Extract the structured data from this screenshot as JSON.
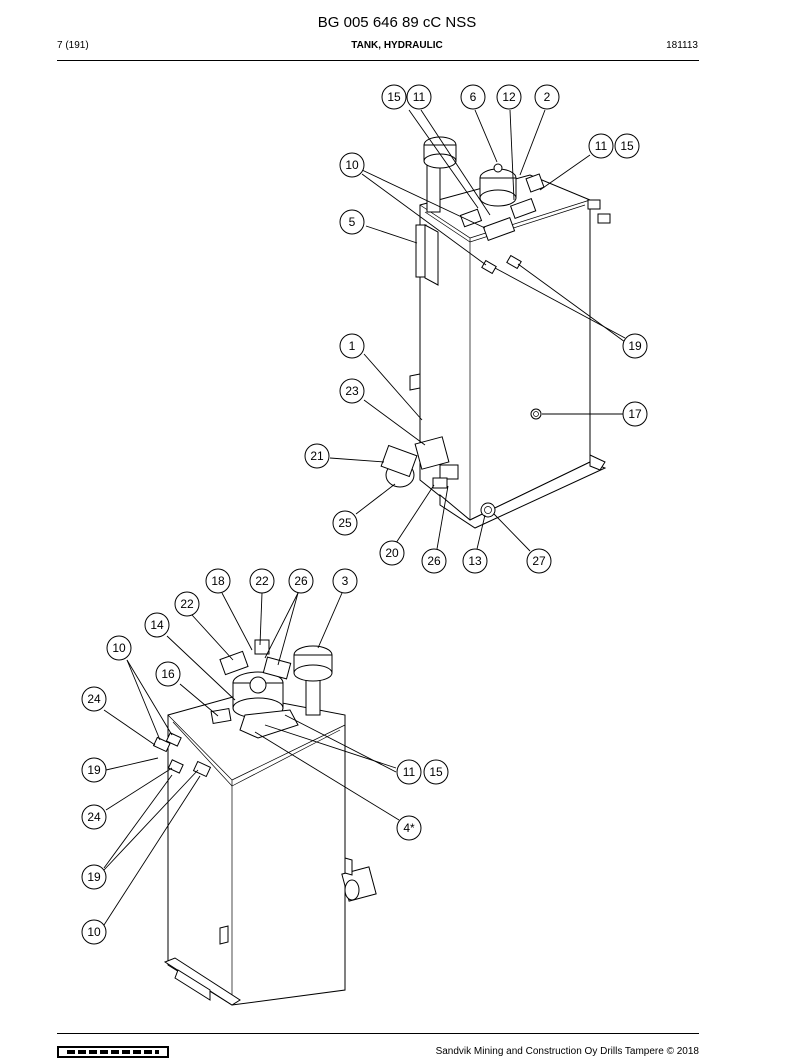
{
  "header": {
    "doc_number": "BG 005 646 89 cC NSS",
    "page": "7 (191)",
    "section": "TANK, HYDRAULIC",
    "date": "181113"
  },
  "footer": {
    "copyright": "Sandvik Mining and Construction Oy Drills Tampere © 2018"
  },
  "callouts": {
    "top_view": [
      "15",
      "11",
      "6",
      "12",
      "2",
      "11",
      "15",
      "10",
      "5",
      "19",
      "1",
      "23",
      "17",
      "21",
      "25",
      "20",
      "26",
      "13",
      "27"
    ],
    "bottom_view": [
      "18",
      "22",
      "26",
      "3",
      "22",
      "14",
      "10",
      "16",
      "24",
      "19",
      "11",
      "15",
      "24",
      "4*",
      "19",
      "10"
    ]
  }
}
